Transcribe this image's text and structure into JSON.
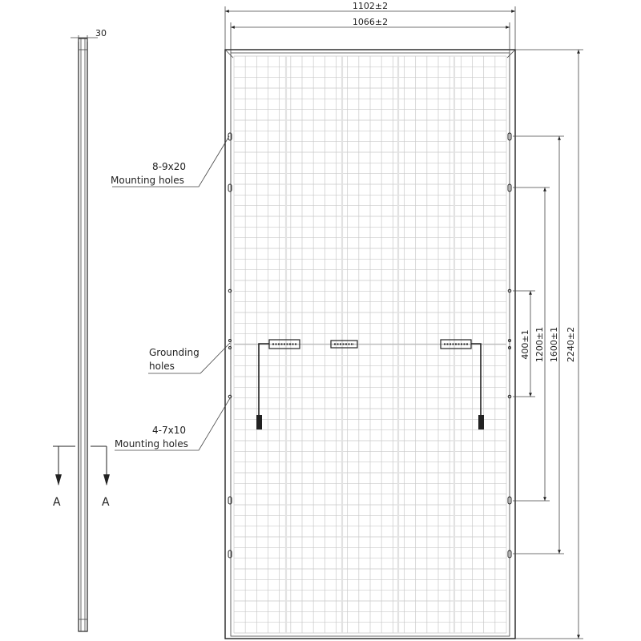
{
  "side_view": {
    "thickness_label": "30",
    "section_left": "A",
    "section_right": "A"
  },
  "callouts": {
    "mounting_large_line1": "8-9x20",
    "mounting_large_line2": "Mounting holes",
    "grounding_line1": "Grounding",
    "grounding_line2": "holes",
    "mounting_small_line1": "4-7x10",
    "mounting_small_line2": "Mounting holes"
  },
  "dimensions": {
    "overall_width": "1102±2",
    "inner_width": "1066±2",
    "hole_spacing_400": "400±1",
    "hole_spacing_1200": "1200±1",
    "hole_spacing_1600": "1600±1",
    "overall_length": "2240±2"
  },
  "colors": {
    "line": "#222222",
    "cell_grid": "#c9c9c9",
    "background": "#ffffff"
  }
}
